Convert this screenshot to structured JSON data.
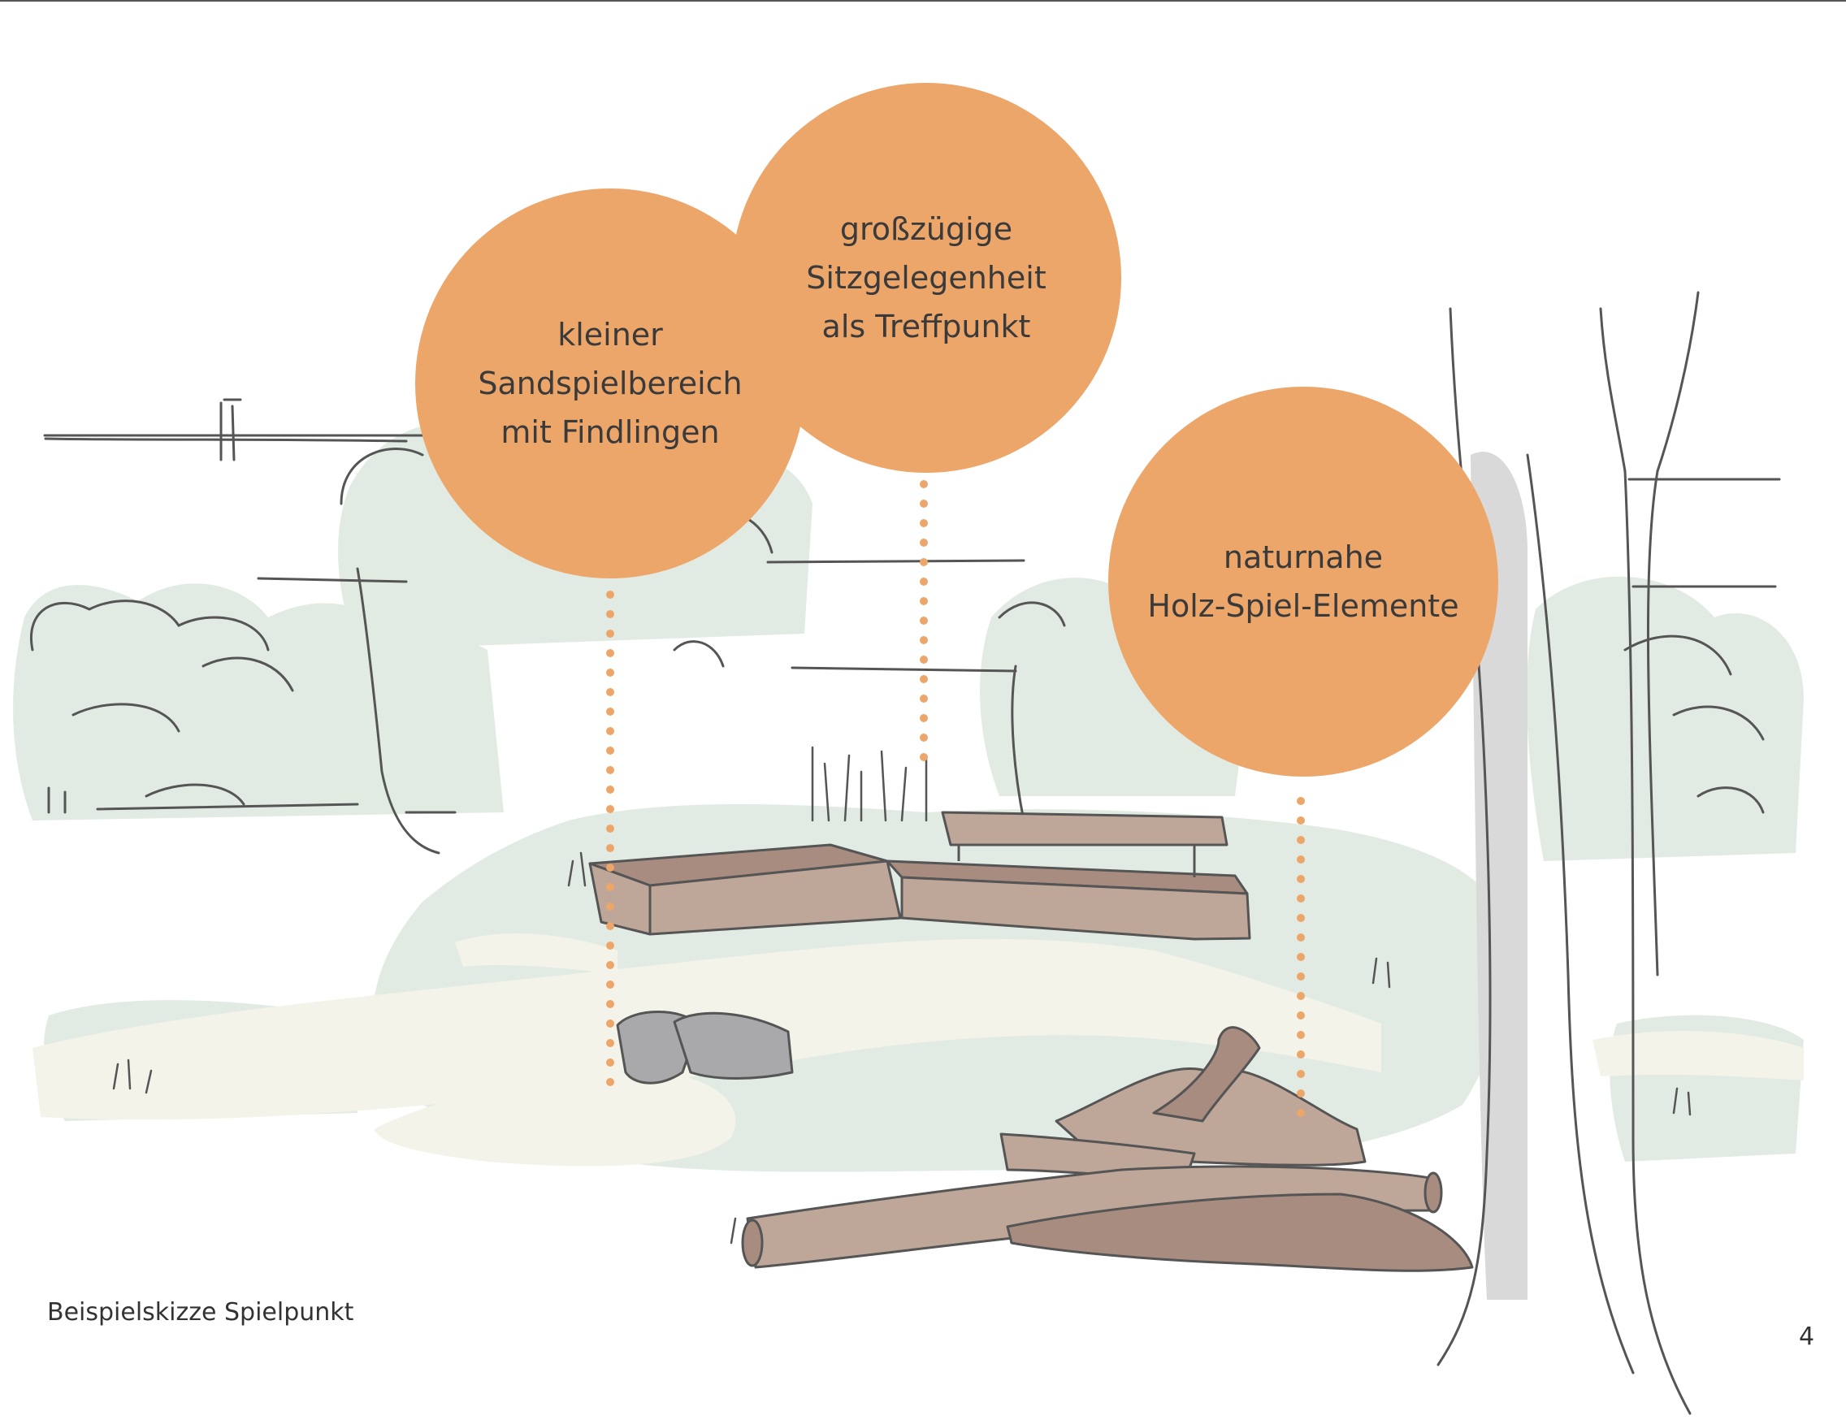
{
  "colors": {
    "bubble": "#eca66a",
    "dots": "#eca66a",
    "vegetation": "#dde8de",
    "sand": "#f4f3e9",
    "wood": "#bea699",
    "wood_dark": "#a88c80",
    "stone": "#a9a9ab",
    "tree_shadow": "#d9d9d9",
    "line": "#555555"
  },
  "bubbles": {
    "sand": {
      "text": "kleiner\nSandspielbereich\nmit Findlingen"
    },
    "seat": {
      "text": "großzügige\nSitzgelegenheit\nals Treffpunkt"
    },
    "wood": {
      "text": "naturnahe\nHolz-Spiel-Elemente"
    }
  },
  "caption": "Beispielskizze Spielpunkt",
  "page_number": "4"
}
